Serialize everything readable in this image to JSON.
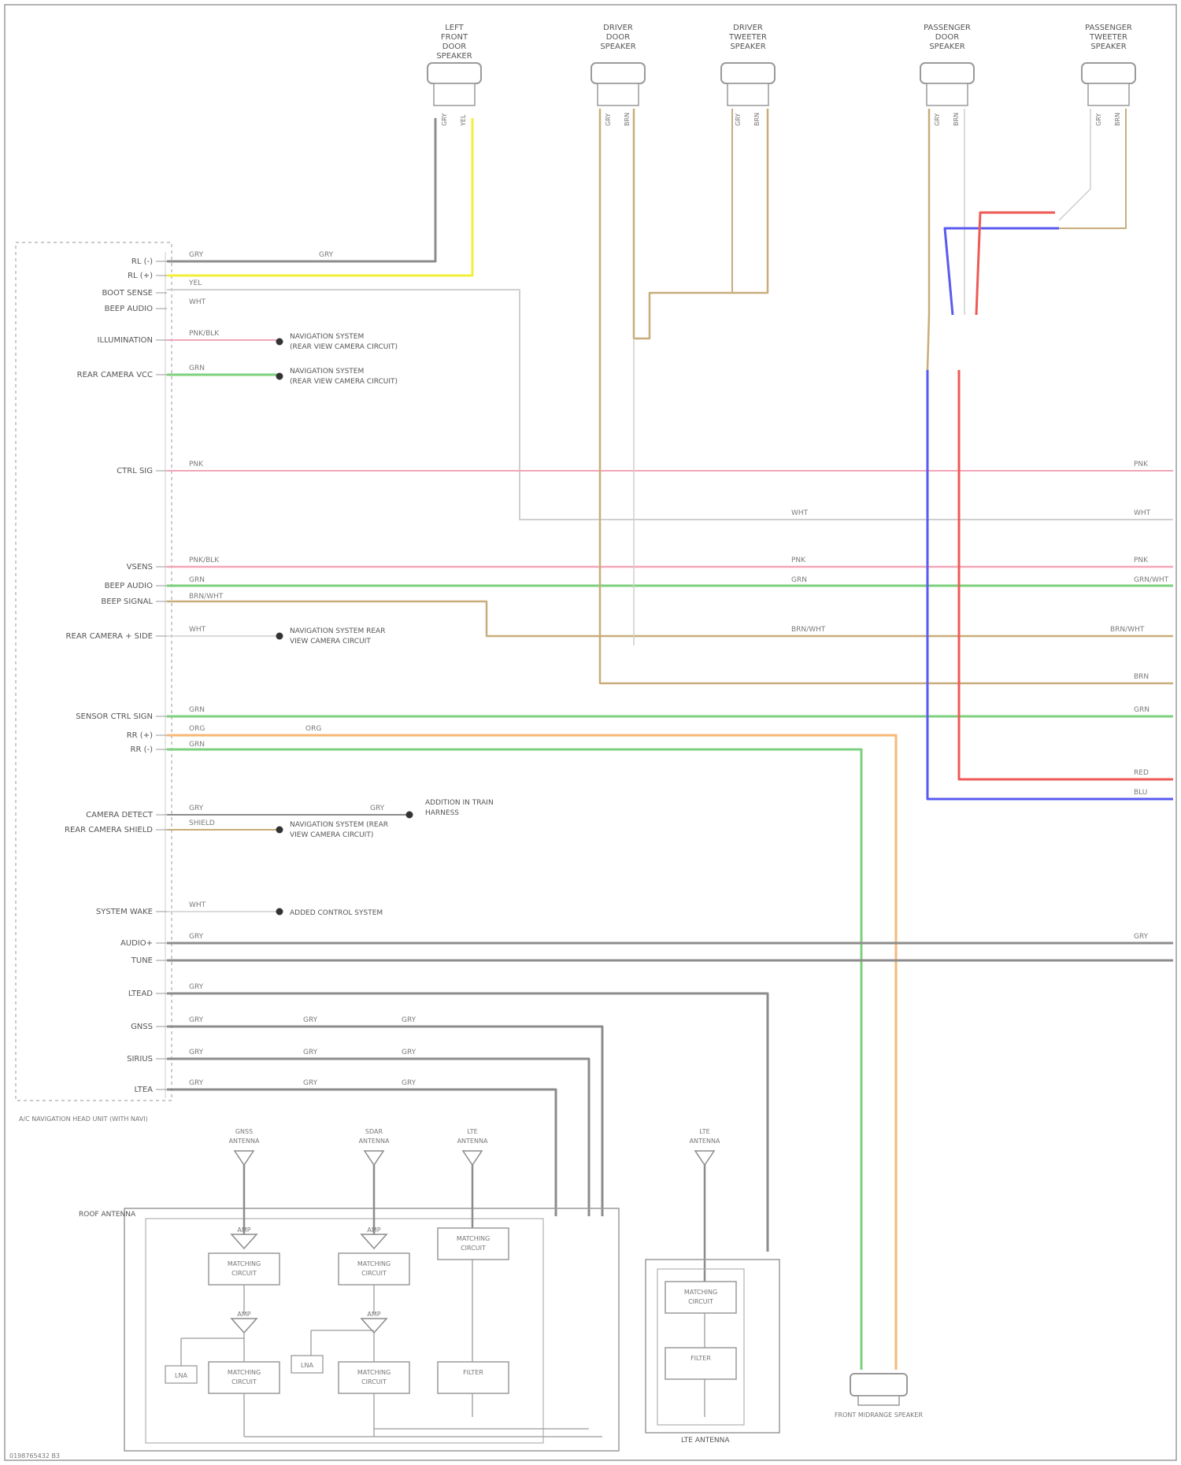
{
  "colors": {
    "pink": "#f2a6b8",
    "green": "#7ed07e",
    "yellow": "#f3ee3a",
    "tan": "#c8ad7a",
    "red": "#ee5a55",
    "blue": "#5a5af0",
    "orange": "#f7b877",
    "grey": "#8c8c8c",
    "light": "#cfcfcf",
    "outline": "#9a9a9a"
  },
  "speakers_top": [
    {
      "label": "LEFT FRONT DOOR SPEAKER"
    },
    {
      "label": "DRIVER DOOR SPEAKER"
    },
    {
      "label": "DRIVER TWEETER SPEAKER"
    },
    {
      "label": "PASSENGER DOOR SPEAKER"
    },
    {
      "label": "PASSENGER TWEETER SPEAKER"
    }
  ],
  "unit": {
    "pins": [
      {
        "label": "RL (-)"
      },
      {
        "label": "RL (+)"
      },
      {
        "label": "BOOT SENSE"
      },
      {
        "label": "BEEP AUDIO"
      },
      {
        "label": "ILLUMINATION"
      },
      {
        "label": "REAR CAMERA VCC"
      },
      {
        "label": "CTRL SIG"
      },
      {
        "label": "VSENS"
      },
      {
        "label": "BEEP AUDIO"
      },
      {
        "label": "BEEP SIGNAL"
      },
      {
        "label": "REAR CAMERA + SIDE"
      },
      {
        "label": "SENSOR CTRL SIGN"
      },
      {
        "label": "RR (+)"
      },
      {
        "label": "RR (-)"
      },
      {
        "label": "CAMERA DETECT"
      },
      {
        "label": "REAR CAMERA SHIELD"
      },
      {
        "label": "SYSTEM WAKE"
      },
      {
        "label": "AUDIO+"
      },
      {
        "label": "TUNE"
      },
      {
        "label": "LTEAD"
      },
      {
        "label": "GNSS"
      },
      {
        "label": "SIRIUS"
      },
      {
        "label": "LTEA"
      }
    ],
    "caption": "A/C NAVIGATION HEAD UNIT (WITH NAVI)"
  },
  "refs": [
    {
      "text": "NAVIGATION SYSTEM"
    },
    {
      "text": "(REAR VIEW CAMERA CIRCUIT)"
    },
    {
      "text": "NAVIGATION SYSTEM"
    },
    {
      "text": "(REAR VIEW CAMERA CIRCUIT)"
    },
    {
      "text": "NAVIGATION SYSTEM REAR"
    },
    {
      "text": "VIEW CAMERA CIRCUIT"
    },
    {
      "text": "NAVIGATION SYSTEM (REAR"
    },
    {
      "text": "VIEW CAMERA CIRCUIT)"
    },
    {
      "text": "ADDED CONTROL SYSTEM"
    },
    {
      "text": "ADDITION IN TRAIN"
    },
    {
      "text": "HARNESS"
    }
  ],
  "wires": {
    "gry": "GRY",
    "yel": "YEL",
    "wht": "WHT",
    "pnk": "PNK",
    "grn": "GRN",
    "brn": "BRN",
    "org": "ORG",
    "red": "RED",
    "blu": "BLU",
    "pnkblk": "PNK/BLK",
    "grnwht": "GRN/WHT",
    "brnwht": "BRN/WHT",
    "shield": "SHIELD"
  },
  "antennas": [
    {
      "label": "GNSS ANTENNA"
    },
    {
      "label": "SDAR ANTENNA"
    },
    {
      "label": "LTE ANTENNA"
    },
    {
      "label": "LTE ANTENNA"
    }
  ],
  "modules": {
    "roof_antenna": "ROOF ANTENNA",
    "lte_antenna": "LTE ANTENNA",
    "matching": "MATCHING CIRCUIT",
    "amp": "AMP",
    "lna": "LNA",
    "filter": "FILTER",
    "lte": "LTE"
  },
  "bottom_speaker": {
    "label": "FRONT MIDRANGE SPEAKER"
  },
  "footer": "0198765432 B3"
}
